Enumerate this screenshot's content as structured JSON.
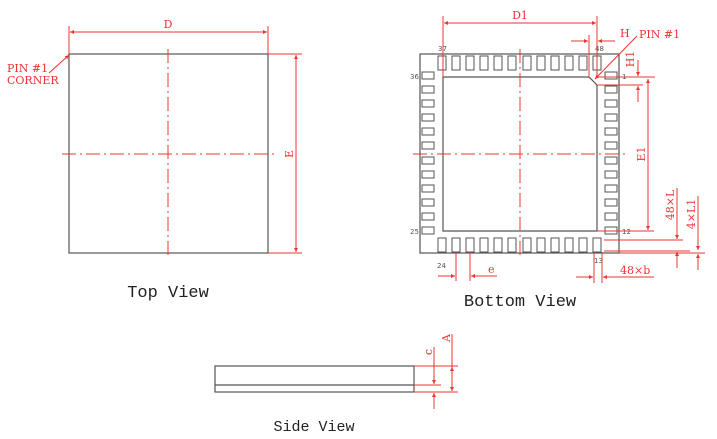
{
  "colors": {
    "dimension": "#ee3333",
    "outline": "#555555",
    "title": "#222222"
  },
  "top_view": {
    "title": "Top View",
    "dim_width": "D",
    "dim_height": "E",
    "pin1_label_line1": "PIN #1",
    "pin1_label_line2": "CORNER"
  },
  "bottom_view": {
    "title": "Bottom View",
    "dim_pad_width": "D1",
    "dim_pad_height": "E1",
    "dim_h": "H",
    "dim_h1": "H1",
    "pin1_label": "PIN #1",
    "dim_pitch": "e",
    "dim_lead_width": "48×b",
    "dim_lead_length": "48×L",
    "dim_corner_length": "4×L1",
    "pin_labels": {
      "p1": "1",
      "p12": "12",
      "p13": "13",
      "p24": "24",
      "p25": "25",
      "p36": "36",
      "p37": "37",
      "p48": "48"
    },
    "pads_per_side": 12
  },
  "side_view": {
    "title": "Side View",
    "dim_total": "A",
    "dim_standoff": "c"
  }
}
